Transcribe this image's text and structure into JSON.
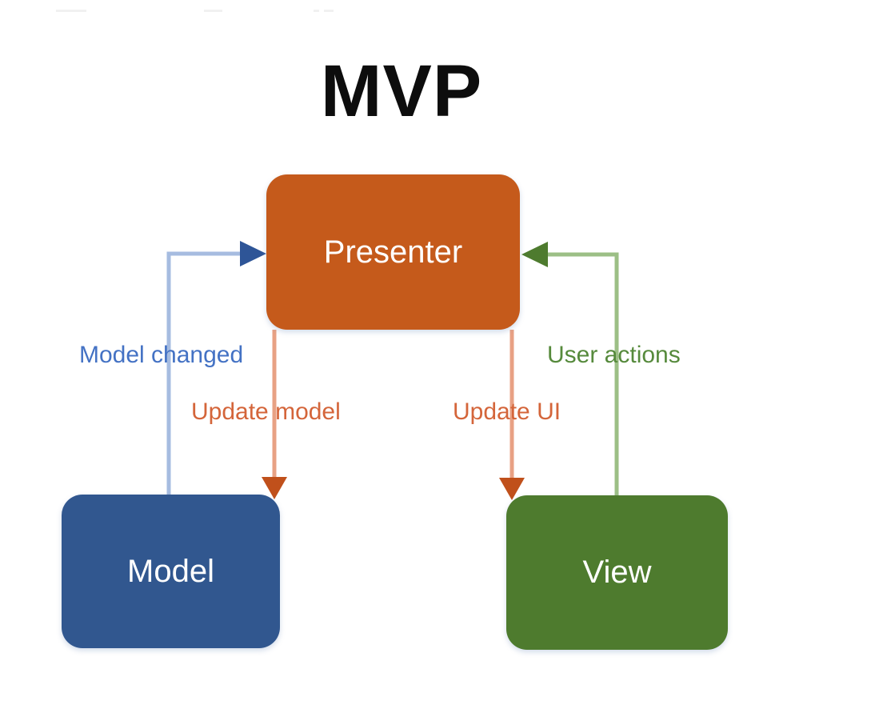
{
  "diagram": {
    "title": "MVP",
    "type": "architecture-pattern-diagram",
    "nodes": [
      {
        "id": "presenter",
        "label": "Presenter",
        "color": "#C55A1B"
      },
      {
        "id": "model",
        "label": "Model",
        "color": "#31578F"
      },
      {
        "id": "view",
        "label": "View",
        "color": "#4E7B2E"
      }
    ],
    "edges": [
      {
        "id": "model-changed",
        "label": "Model changed",
        "from": "model",
        "to": "presenter",
        "color": "#4472C4",
        "line_color": "#A6BCE0",
        "head_color": "#2E5597"
      },
      {
        "id": "update-model",
        "label": "Update model",
        "from": "presenter",
        "to": "model",
        "color": "#D4653A",
        "line_color": "#E8A184",
        "head_color": "#C0501B"
      },
      {
        "id": "update-ui",
        "label": "Update UI",
        "from": "presenter",
        "to": "view",
        "color": "#D4653A",
        "line_color": "#E8A184",
        "head_color": "#C0501B"
      },
      {
        "id": "user-actions",
        "label": "User actions",
        "from": "view",
        "to": "presenter",
        "color": "#568A3C",
        "line_color": "#9CBF86",
        "head_color": "#4E7B2E"
      }
    ]
  },
  "artifacts": {
    "count": 4
  }
}
